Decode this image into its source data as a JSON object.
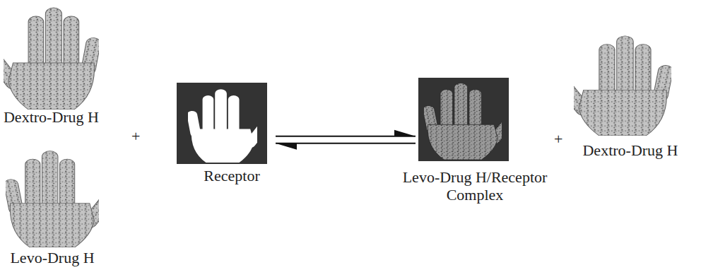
{
  "diagram": {
    "nodes": [
      {
        "text": [
          "Dextro-Drug H"
        ]
      },
      {
        "text": [
          "Levo-Drug H"
        ]
      },
      {
        "text": [
          "Receptor"
        ]
      },
      {
        "text": [
          "Levo-Drug H/Receptor Complex"
        ]
      },
      {
        "text": [
          "Dextro-Drug H"
        ]
      }
    ],
    "edges": [
      {
        "from": 2,
        "to": 3,
        "arrow": "both"
      }
    ],
    "labels": [
      "+",
      "+"
    ]
  }
}
